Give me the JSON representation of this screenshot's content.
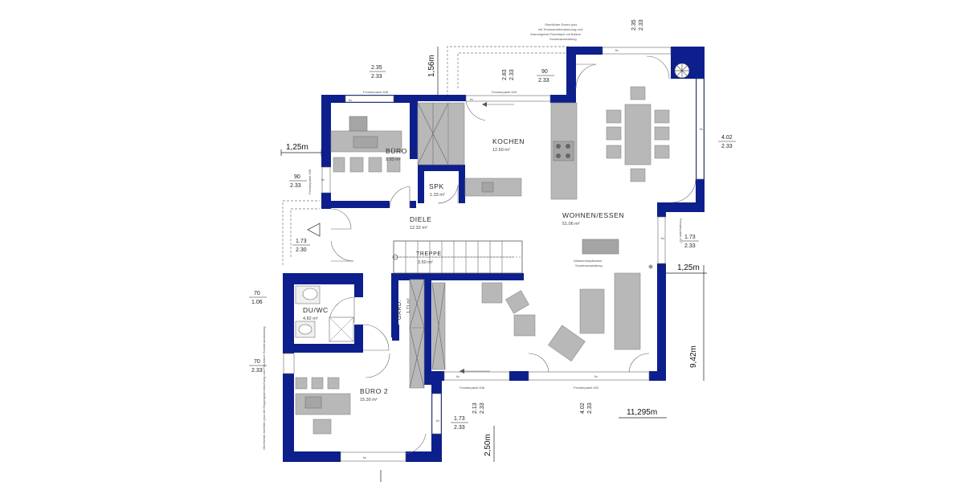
{
  "rooms": {
    "buero1": {
      "name": "BÜRO 1",
      "area": "9.93 m²"
    },
    "kochen": {
      "name": "KOCHEN",
      "area": "12.50 m²"
    },
    "spk": {
      "name": "SPK",
      "area": "1.33 m²"
    },
    "diele": {
      "name": "DIELE",
      "area": "12.32 m²"
    },
    "wohnen": {
      "name": "WOHNEN/ESSEN",
      "area": "51.06 m²"
    },
    "treppe": {
      "name": "TREPPE",
      "area": "3.50 m²"
    },
    "garderobe": {
      "name": "GARD.",
      "area": "1.71 m²"
    },
    "duwc": {
      "name": "DU/WC",
      "area": "4.82 m²"
    },
    "buero2": {
      "name": "BÜRO 2",
      "area": "15.30 m²"
    }
  },
  "dimensions": {
    "d_1_25m_left": "1,25m",
    "d_1_56m": "1,56m",
    "d_1_25m_right": "1,25m",
    "d_9_42m": "9,42m",
    "d_11_295m": "11,295m",
    "d_2_50m": "2,50m",
    "w_235_233_b1_top": "2.35",
    "w_235_233_b1_bot": "2.33",
    "w_90_233_left_top": "90",
    "w_90_233_left_bot": "2.33",
    "w_173_230_top": "1.73",
    "w_173_230_bot": "2.30",
    "w_70_106_top": "70",
    "w_70_106_bot": "1.06",
    "w_70_233_top": "70",
    "w_70_233_bot": "2.33",
    "w_283_233_top": "2.83",
    "w_283_233_bot": "2.33",
    "w_90_233_top_top": "90",
    "w_90_233_top_bot": "2.33",
    "w_235_233_tr_top": "2.35",
    "w_235_233_tr_bot": "2.33",
    "w_402_233_r_top": "4.02",
    "w_402_233_r_bot": "2.33",
    "w_173_233_r_top": "1.73",
    "w_173_233_r_bot": "2.33",
    "w_213_233_top": "2.13",
    "w_213_233_bot": "2.33",
    "w_173_233_bb_top": "1.73",
    "w_173_233_bb_bot": "2.33",
    "w_402_233_bot_top": "4.02",
    "w_402_233_bot_bot": "2.33"
  },
  "labels": {
    "fix": "fix",
    "fensterpaket_638": "Fensterpaket 638",
    "fensterpaket_634": "Fensterpaket 634",
    "fensterpaket_636": "Fensterpaket 636",
    "fensterpaket_637": "Fensterpaket 637",
    "fensterpaket_633": "Fensterpaket 633",
    "wasserdampf1": "Wasserdampfkamin",
    "wasserdampf2": "Sonderausstattung",
    "note_top_1": "Oberlichter Essen plus",
    "note_top_2": "mit Terrassenüberdachung und",
    "note_top_3": "Zwerchgiebel Flachdach mit Balkon",
    "note_top_4": "Sonderausstattung",
    "note_side": "Oberlichter Arbeiten plus mit Eingangsüberdachung und Flachdach Sonderausstattung"
  },
  "colors": {
    "wall": "#0d1f8c",
    "furniture": "#b8b8b8"
  }
}
